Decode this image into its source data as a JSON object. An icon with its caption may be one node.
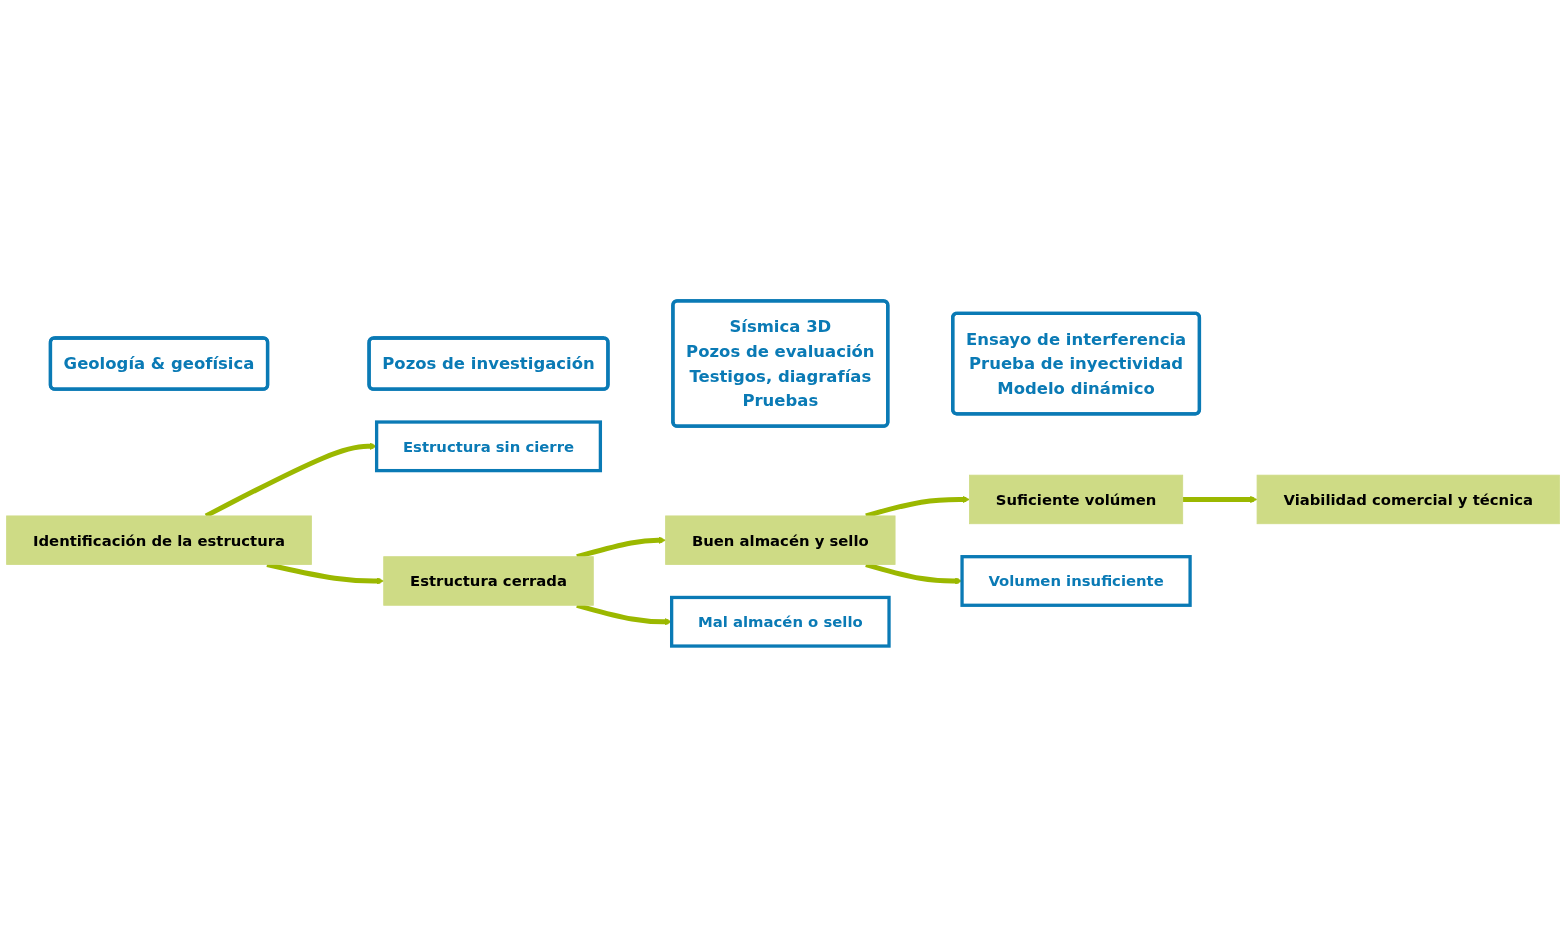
{
  "diagram": {
    "nodes": [
      {
        "text": [
          "Geología & geofísica"
        ]
      },
      {
        "text": [
          "Pozos de investigación"
        ]
      },
      {
        "text": [
          "Sísmica 3D",
          "Pozos de evaluación",
          "Testigos, diagrafías",
          "Pruebas"
        ]
      },
      {
        "text": [
          "Ensayo de interferencia",
          "Prueba de inyectividad",
          "Modelo dinámico"
        ]
      },
      {
        "text": [
          "Estructura sin cierre"
        ]
      },
      {
        "text": [
          "Identificación de la estructura"
        ]
      },
      {
        "text": [
          "Suficiente volúmen"
        ]
      },
      {
        "text": [
          "Viabilidad comercial y técnica"
        ]
      },
      {
        "text": [
          "Buen almacén y sello"
        ]
      },
      {
        "text": [
          "Estructura cerrada"
        ]
      },
      {
        "text": [
          "Volumen insuficiente"
        ]
      },
      {
        "text": [
          "Mal almacén o sello"
        ]
      }
    ],
    "edges": [
      {
        "from": 5,
        "to": 4,
        "arrow": "to"
      },
      {
        "from": 5,
        "to": 9,
        "arrow": "to"
      },
      {
        "from": 9,
        "to": 8,
        "arrow": "to"
      },
      {
        "from": 9,
        "to": 11,
        "arrow": "to"
      },
      {
        "from": 8,
        "to": 6,
        "arrow": "to"
      },
      {
        "from": 8,
        "to": 10,
        "arrow": "to"
      },
      {
        "from": 6,
        "to": 7,
        "arrow": "to"
      }
    ]
  }
}
